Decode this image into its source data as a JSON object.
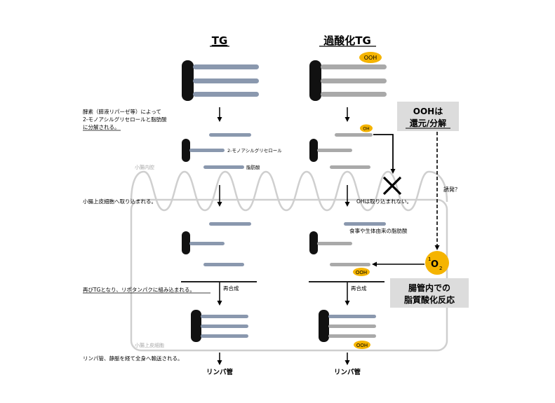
{
  "headers": {
    "tg": "TG",
    "oxidized_tg": "過酸化TG"
  },
  "badges": {
    "ooh": "OOH",
    "oh": "OH"
  },
  "left_notes": {
    "enzyme_1": "酵素（膵液リパーゼ等）によって",
    "enzyme_2": "2-モノアシルグリセロールと脂肪酸",
    "enzyme_3": "に分解される。",
    "uptake": "小腸上皮細胞へ取り込まれる。",
    "resynthesis": "再びTGとなり、リポタンパクに組み込まれる。",
    "transport": "リンパ管、静脈を経て全身へ輸送される。"
  },
  "region_labels": {
    "lumen": "小腸内腔",
    "epithelium": "小腸上皮細胞"
  },
  "molecule_labels": {
    "monoacylglycerol": "2-モノアシルグリセロール",
    "fatty_acid": "脂肪酸"
  },
  "step_labels": {
    "resynthesis_left": "再合成",
    "resynthesis_right": "再合成",
    "oh_not_absorbed": "OHは取り込まれない。",
    "dietary_fa": "食事や生体由来の脂肪酸",
    "lymph_left": "リンパ管",
    "lymph_right": "リンパ管"
  },
  "reduction_box": {
    "line1": "OOHは",
    "line2": "還元/分解"
  },
  "induction": "誘発？",
  "singlet_oxygen": {
    "superscript": "1",
    "symbol": "O",
    "subscript": "2"
  },
  "reaction_box": {
    "line1": "腸管内での",
    "line2": "脂質酸化反応"
  },
  "colors": {
    "glycerol": "#111111",
    "tg_chain": "#8a98ae",
    "oxidized_chain": "#a9a9a9",
    "ooh_badge": "#f5b400",
    "villi": "#cfcfcf",
    "cell_border": "#cfcfcf",
    "reaction_box": "#dcdcdc"
  }
}
